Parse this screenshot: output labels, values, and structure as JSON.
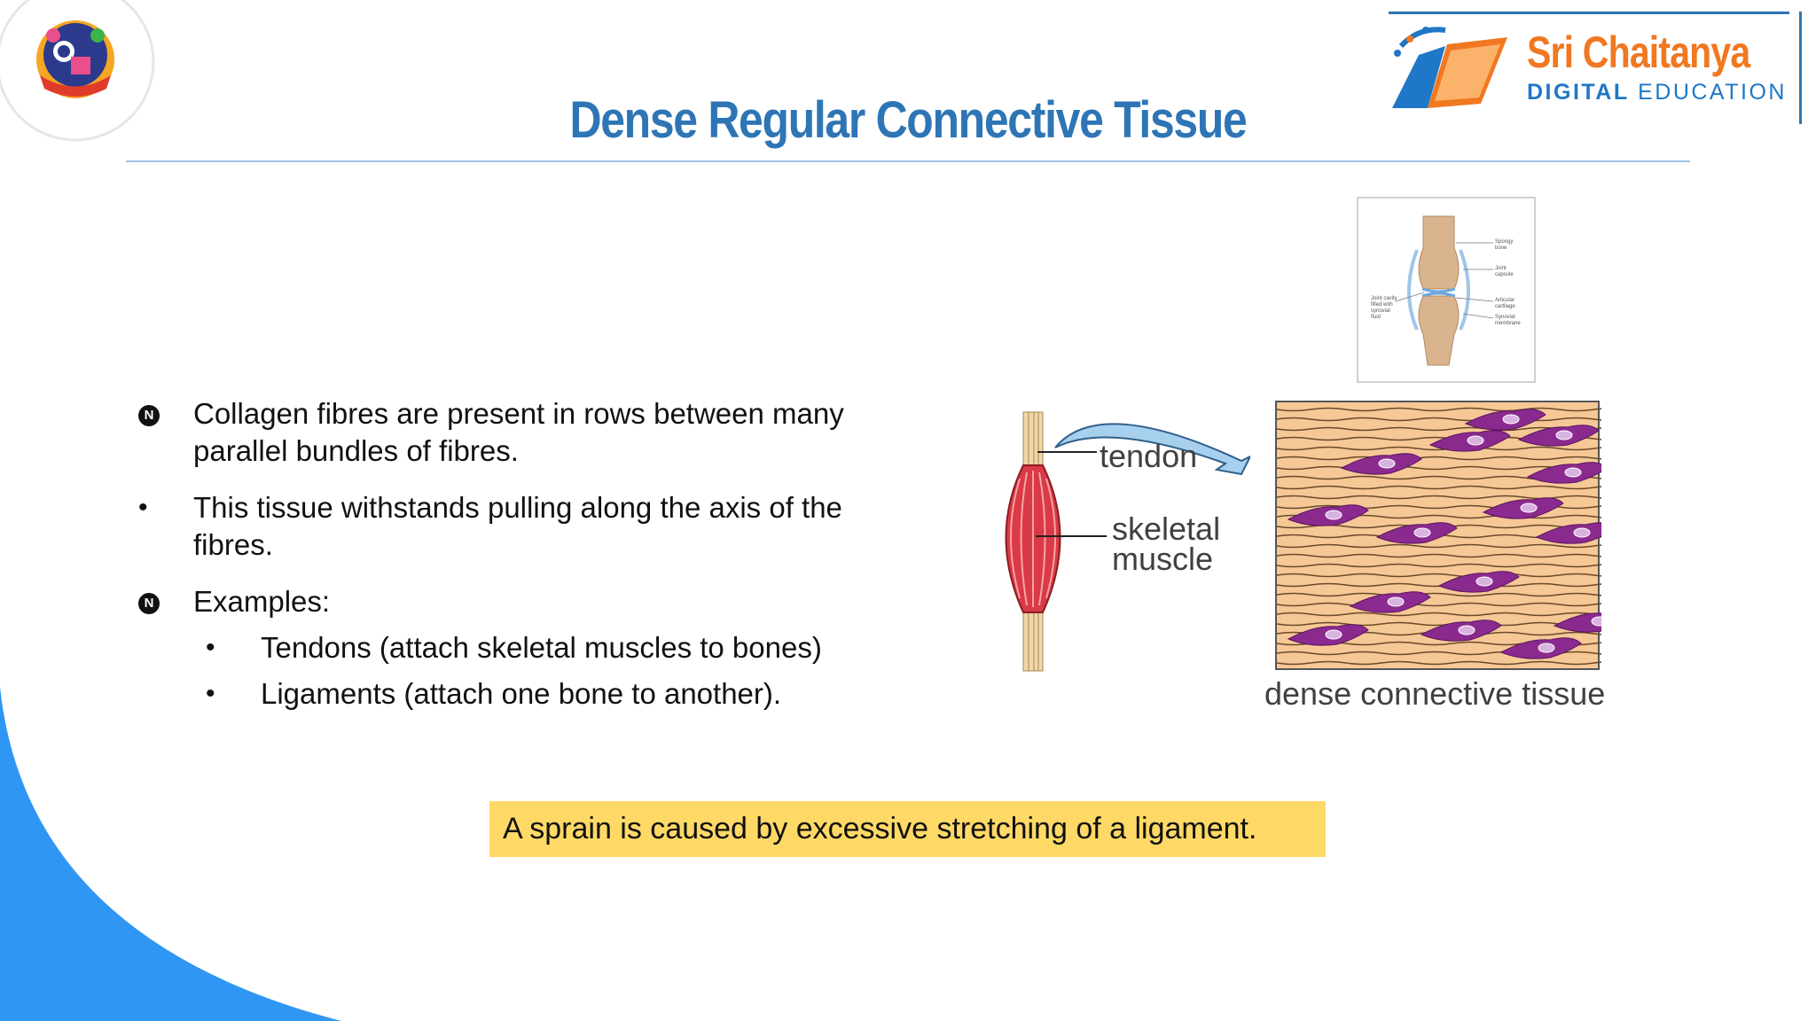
{
  "slide": {
    "title": "Dense Regular Connective Tissue",
    "brand": {
      "name": "Sri Chaitanya",
      "subtitle_bold": "DIGITAL",
      "subtitle_rest": " EDUCATION",
      "orange": "#f07820",
      "blue": "#1f77c7"
    },
    "bullets": [
      {
        "marker": "N",
        "text": "Collagen fibres are present in rows between many parallel bundles of fibres."
      },
      {
        "marker": "•",
        "text": "This tissue withstands pulling along the axis of the fibres."
      },
      {
        "marker": "N",
        "text": "Examples:"
      }
    ],
    "sub_bullets": [
      {
        "marker": "•",
        "text": "Tendons (attach skeletal muscles to bones)"
      },
      {
        "marker": "•",
        "text": "Ligaments (attach one bone to another)."
      }
    ],
    "note": "A sprain is caused by excessive stretching of a ligament."
  },
  "figure": {
    "label_tendon": "tendon",
    "label_skeletal": "skeletal",
    "label_muscle": "muscle",
    "caption": "dense connective tissue",
    "joint_labels": {
      "spongy": "Spongy",
      "bone": "bone",
      "joint": "Joint",
      "capsule": "capsule",
      "joint_cavity": "Joint cavity",
      "filled_with": "filled with",
      "synovial": "synovial",
      "fluid": "fluid",
      "articular": "Articular",
      "cartilage": "cartilage",
      "synovial_2": "Synovial",
      "membrane": "membrane"
    }
  }
}
